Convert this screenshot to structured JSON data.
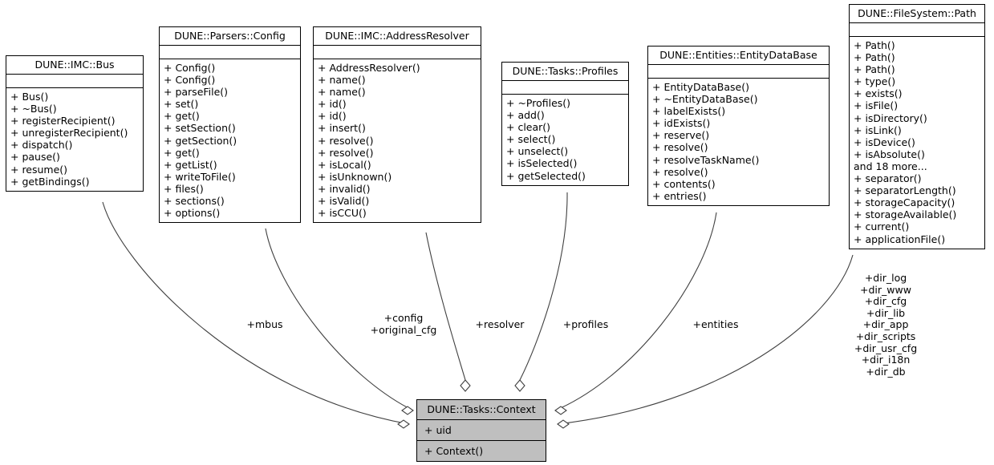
{
  "diagram": {
    "kind": "uml-collaboration-diagram",
    "central_class": "DUNE::Tasks::Context",
    "background": "#ffffff",
    "line_color": "#404040",
    "highlight_fill": "#bfbfbf"
  },
  "classes": [
    {
      "id": "bus",
      "title": "DUNE::IMC::Bus",
      "attributes": [],
      "operations": [
        "+ Bus()",
        "+ ~Bus()",
        "+ registerRecipient()",
        "+ unregisterRecipient()",
        "+ dispatch()",
        "+ pause()",
        "+ resume()",
        "+ getBindings()"
      ]
    },
    {
      "id": "config",
      "title": "DUNE::Parsers::Config",
      "attributes": [],
      "operations": [
        "+ Config()",
        "+ Config()",
        "+ parseFile()",
        "+ set()",
        "+ get()",
        "+ setSection()",
        "+ getSection()",
        "+ get()",
        "+ getList()",
        "+ writeToFile()",
        "+ files()",
        "+ sections()",
        "+ options()"
      ]
    },
    {
      "id": "addressresolver",
      "title": "DUNE::IMC::AddressResolver",
      "attributes": [],
      "operations": [
        "+ AddressResolver()",
        "+ name()",
        "+ name()",
        "+ id()",
        "+ id()",
        "+ insert()",
        "+ resolve()",
        "+ resolve()",
        "+ isLocal()",
        "+ isUnknown()",
        "+ invalid()",
        "+ isValid()",
        "+ isCCU()"
      ]
    },
    {
      "id": "profiles",
      "title": "DUNE::Tasks::Profiles",
      "attributes": [],
      "operations": [
        "+ ~Profiles()",
        "+ add()",
        "+ clear()",
        "+ select()",
        "+ unselect()",
        "+ isSelected()",
        "+ getSelected()"
      ]
    },
    {
      "id": "entitydatabase",
      "title": "DUNE::Entities::EntityDataBase",
      "attributes": [],
      "operations": [
        "+ EntityDataBase()",
        "+ ~EntityDataBase()",
        "+ labelExists()",
        "+ idExists()",
        "+ reserve()",
        "+ resolve()",
        "+ resolveTaskName()",
        "+ resolve()",
        "+ contents()",
        "+ entries()"
      ]
    },
    {
      "id": "path",
      "title": "DUNE::FileSystem::Path",
      "attributes": [],
      "operations": [
        "+ Path()",
        "+ Path()",
        "+ Path()",
        "+ type()",
        "+ exists()",
        "+ isFile()",
        "+ isDirectory()",
        "+ isLink()",
        "+ isDevice()",
        "+ isAbsolute()",
        "and 18 more...",
        "+ separator()",
        "+ separatorLength()",
        "+ storageCapacity()",
        "+ storageAvailable()",
        "+ current()",
        "+ applicationFile()"
      ]
    },
    {
      "id": "context",
      "title": "DUNE::Tasks::Context",
      "attributes": [
        "+ uid"
      ],
      "operations": [
        "+ Context()"
      ]
    }
  ],
  "edge_labels": [
    {
      "id": "mbus",
      "text": "+mbus"
    },
    {
      "id": "config",
      "text": "+config\n+original_cfg"
    },
    {
      "id": "resolver",
      "text": "+resolver"
    },
    {
      "id": "profiles",
      "text": "+profiles"
    },
    {
      "id": "entities",
      "text": "+entities"
    },
    {
      "id": "dirs",
      "text": "+dir_log\n+dir_www\n+dir_cfg\n+dir_lib\n+dir_app\n+dir_scripts\n+dir_usr_cfg\n+dir_i18n\n+dir_db"
    }
  ]
}
